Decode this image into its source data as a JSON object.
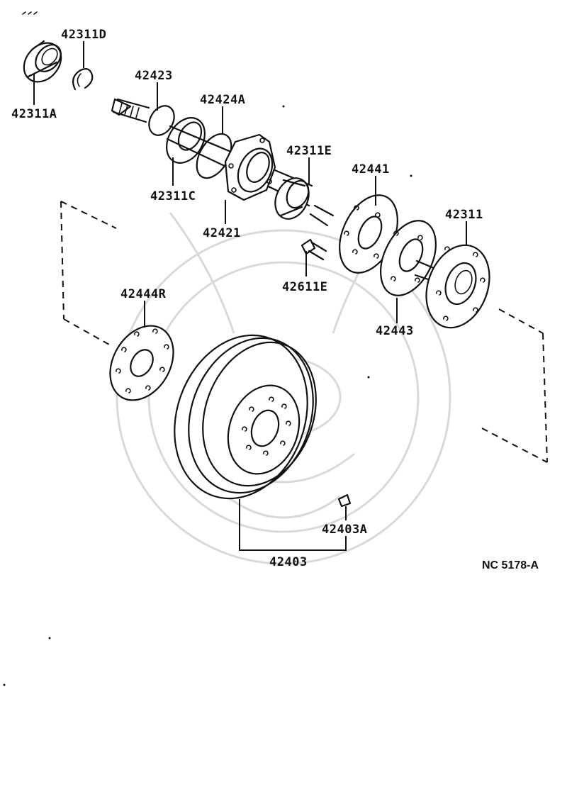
{
  "diagram": {
    "reference_code": "NC 5178-A",
    "parts": [
      {
        "id": "p1",
        "number": "42311D"
      },
      {
        "id": "p2",
        "number": "42311A"
      },
      {
        "id": "p3",
        "number": "42423"
      },
      {
        "id": "p4",
        "number": "42424A"
      },
      {
        "id": "p5",
        "number": "42311E"
      },
      {
        "id": "p6",
        "number": "42311C"
      },
      {
        "id": "p7",
        "number": "42421"
      },
      {
        "id": "p8",
        "number": "42441"
      },
      {
        "id": "p9",
        "number": "42311"
      },
      {
        "id": "p10",
        "number": "42611E"
      },
      {
        "id": "p11",
        "number": "42443"
      },
      {
        "id": "p12",
        "number": "42444R"
      },
      {
        "id": "p13",
        "number": "42403A"
      },
      {
        "id": "p14",
        "number": "42403"
      }
    ]
  }
}
